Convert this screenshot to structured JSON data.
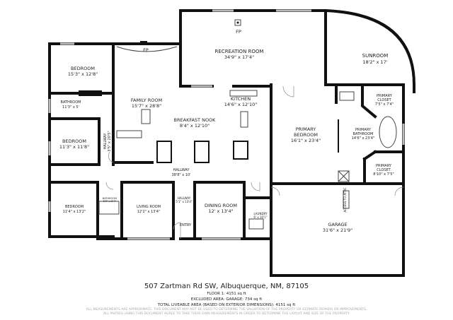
{
  "rooms": {
    "recreation": {
      "name": "RECREATION ROOM",
      "size": "34'9\" x 17'4\""
    },
    "sunroom": {
      "name": "SUNROOM",
      "size": "18'2\" x 17'"
    },
    "bedroom1": {
      "name": "BEDROOM",
      "size": "15'3\" x 12'8\""
    },
    "bathroom1": {
      "name": "BATHROOM",
      "size": "11'3\" x 5'"
    },
    "bedroom2": {
      "name": "BEDROOM",
      "size": "11'3\" x 11'8\""
    },
    "hallway_v": {
      "name": "HALLWAY",
      "size": "3'5\" x 20'5\""
    },
    "family": {
      "name": "FAMILY ROOM",
      "size": "15'7\" x 28'8\""
    },
    "fp1": {
      "name": "FP"
    },
    "fp2": {
      "name": "FP"
    },
    "kitchen": {
      "name": "KITCHEN",
      "size": "14'6\" x 12'10\""
    },
    "nook": {
      "name": "BREAKFAST NOOK",
      "size": "8'4\" x 12'10\""
    },
    "primary_bed": {
      "name1": "PRIMARY",
      "name2": "BEDROOM",
      "size": "16'1\" x 23'4\""
    },
    "primary_bath": {
      "name1": "PRIMARY",
      "name2": "BATHROOM",
      "size": "14'6\" x 23'4\""
    },
    "closet1": {
      "name1": "PRIMARY",
      "name2": "CLOSET",
      "size": "7'5\" x 7'4\""
    },
    "closet2": {
      "name1": "PRIMARY",
      "name2": "CLOSET",
      "size": "8'10\" x 7'5\""
    },
    "hallway_main": {
      "name": "HALLWAY",
      "size": "38'8\" x 10'"
    },
    "bedroom3": {
      "name": "BEDROOM",
      "size": "11'4\" x 13'2\""
    },
    "bathroom2": {
      "name": "BATHROOM",
      "size": "5'9\" x 8'7\""
    },
    "living": {
      "name": "LIVING ROOM",
      "size": "12'2\" x 13'4\""
    },
    "hallway_s": {
      "name": "HALLWAY",
      "size": "5'1\" x 13'4\""
    },
    "entry": {
      "name": "ENTRY"
    },
    "dining": {
      "name": "DINING ROOM",
      "size": "12' x 13'4\""
    },
    "laundry": {
      "name": "LAUNDRY",
      "size": "6' x 10'1\""
    },
    "attic": {
      "name": "ACCESS TO ATTIC"
    },
    "garage": {
      "name": "GARAGE",
      "size": "31'6\" x 21'9\""
    }
  },
  "footer": {
    "address": "507 Zartman Rd SW, Albuquerque, NM, 87105",
    "floor": "FLOOR 1: 4151 sq ft",
    "excluded": "EXCLUDED AREA: GARAGE: 734 sq ft",
    "total": "TOTAL LIVEABLE AREA (BASED ON EXTERIOR DIMENSIONS): 4151 sq ft",
    "disclaimer1": "ALL MEASUREMENTS ARE APPROXIMATE. THIS DOCUMENT MAY NOT BE USED TO DETERMINE THE VALUATION OF THE PROPERTY OR ESTIMATE REPAIRS OR IMPROVEMENTS.",
    "disclaimer2": "ALL PARTIES USING THIS DOCUMENT AGREE TO TAKE THEIR OWN MEASUREMENTS IN ORDER TO DETERMINE THE LAYOUT AND SIZE OF THE PROPERTY."
  }
}
